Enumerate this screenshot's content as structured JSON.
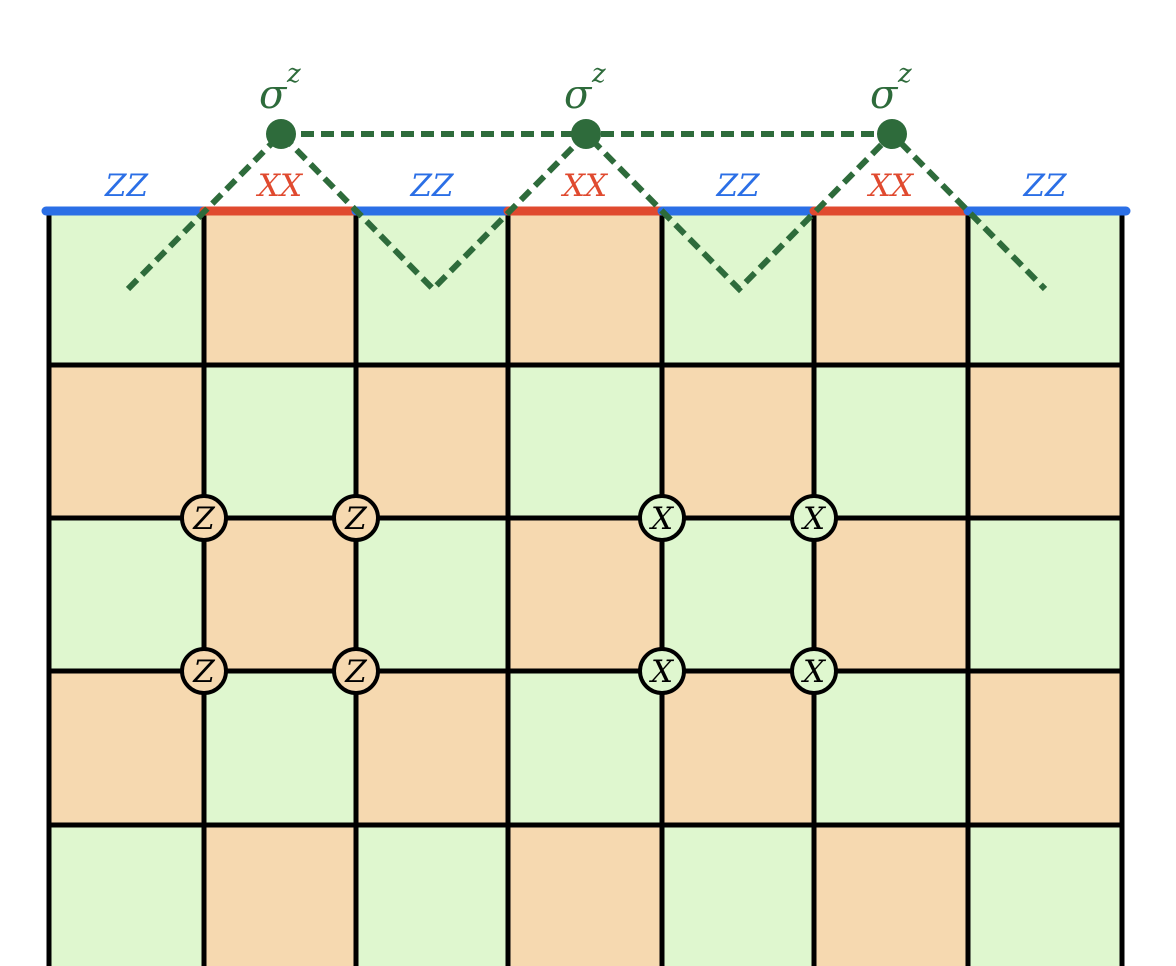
{
  "diagram": {
    "grid": {
      "columns": 7,
      "rows": 5,
      "cells": [
        [
          "green",
          "orange",
          "green",
          "orange",
          "green",
          "orange",
          "green"
        ],
        [
          "orange",
          "green",
          "orange",
          "green",
          "orange",
          "green",
          "orange"
        ],
        [
          "green",
          "orange",
          "green",
          "orange",
          "green",
          "orange",
          "green"
        ],
        [
          "orange",
          "green",
          "orange",
          "green",
          "orange",
          "green",
          "orange"
        ],
        [
          "green",
          "orange",
          "green",
          "orange",
          "green",
          "orange",
          "green"
        ]
      ]
    },
    "boundary": {
      "segments": [
        {
          "label": "ZZ",
          "type": "ZZ"
        },
        {
          "label": "XX",
          "type": "XX"
        },
        {
          "label": "ZZ",
          "type": "ZZ"
        },
        {
          "label": "XX",
          "type": "XX"
        },
        {
          "label": "ZZ",
          "type": "ZZ"
        },
        {
          "label": "XX",
          "type": "XX"
        },
        {
          "label": "ZZ",
          "type": "ZZ"
        }
      ]
    },
    "ancillas": [
      {
        "label": "σ",
        "superscript": "z"
      },
      {
        "label": "σ",
        "superscript": "z"
      },
      {
        "label": "σ",
        "superscript": "z"
      }
    ],
    "plaquette_operators": [
      {
        "label": "Z"
      },
      {
        "label": "Z"
      },
      {
        "label": "Z"
      },
      {
        "label": "Z"
      },
      {
        "label": "X"
      },
      {
        "label": "X"
      },
      {
        "label": "X"
      },
      {
        "label": "X"
      }
    ],
    "colors": {
      "green_cell": "#dff7cf",
      "orange_cell": "#f6d9b0",
      "grid_line": "#000000",
      "zz_boundary": "#2b6fe6",
      "xx_boundary": "#e04a2f",
      "ancilla": "#2e6b3b",
      "z_marker_fill": "#f6d9b0",
      "x_marker_fill": "#dff7cf"
    }
  }
}
